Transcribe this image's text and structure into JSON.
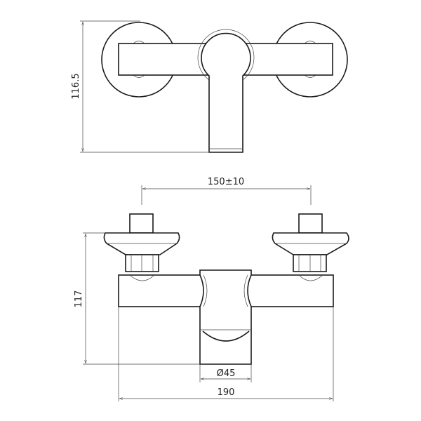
{
  "top_view": {
    "height_dimension": "116.5"
  },
  "front_view": {
    "inlet_spacing_dimension": "150±10",
    "height_dimension": "117",
    "outlet_diameter_dimension": "Ø45",
    "width_dimension": "190"
  },
  "colors": {
    "line": "#1a1a1a",
    "dimension_line": "#444444",
    "background": "#ffffff"
  }
}
